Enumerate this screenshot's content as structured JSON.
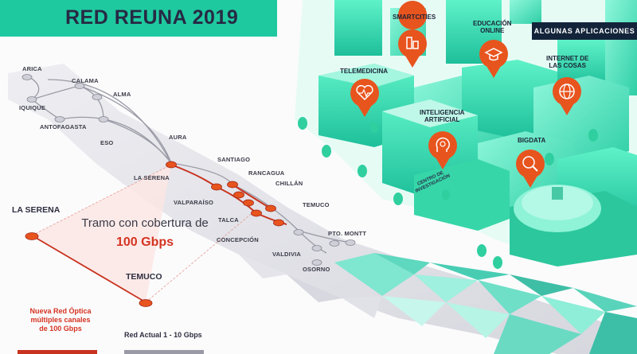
{
  "title": "RED REUNA 2019",
  "apps_heading": "ALGUNAS APLICACIONES",
  "cities": {
    "arica": "ARICA",
    "calama": "CALAMA",
    "alma": "ALMA",
    "iquique": "IQUIQUE",
    "antofagasta": "ANTOFAGASTA",
    "eso": "ESO",
    "aura": "AURA",
    "la_serena": "LA SERENA",
    "santiago": "SANTIAGO",
    "rancagua": "RANCAGUA",
    "chillan": "CHILLÁN",
    "valparaiso": "VALPARAÍSO",
    "talca": "TALCA",
    "temuco": "TEMUCO",
    "concepcion": "CONCEPCIÓN",
    "valdivia": "VALDIVIA",
    "pto_montt": "PTO. MONTT",
    "osorno": "OSORNO"
  },
  "callout": {
    "line1": "Tramo con cobertura de",
    "line2": "100 Gbps",
    "from": "LA SERENA",
    "to": "TEMUCO"
  },
  "legend": {
    "new_line1": "Nueva Red Óptica",
    "new_line2": "múltiples canales",
    "new_line3": "de 100 Gbps",
    "old": "Red Actual 1 - 10 Gbps"
  },
  "apps": {
    "smartcities": "SMARTCITIES",
    "educacion_1": "EDUCACIÓN",
    "educacion_2": "ONLINE",
    "telemedicina": "TELEMEDICINA",
    "iot_1": "INTERNET DE",
    "iot_2": "LAS COSAS",
    "ia_1": "INTELIGENCIA",
    "ia_2": "ARTIFICIAL",
    "bigdata": "BIGDATA",
    "centro_1": "CENTRO DE",
    "centro_2": "INVESTIGACIÓN"
  },
  "colors": {
    "title_bar": "#1fc9a0",
    "new_network": "#c8331f",
    "current_network": "#9a9aa6",
    "pin": "#e8541e",
    "buildings": "#3ee0ad"
  }
}
